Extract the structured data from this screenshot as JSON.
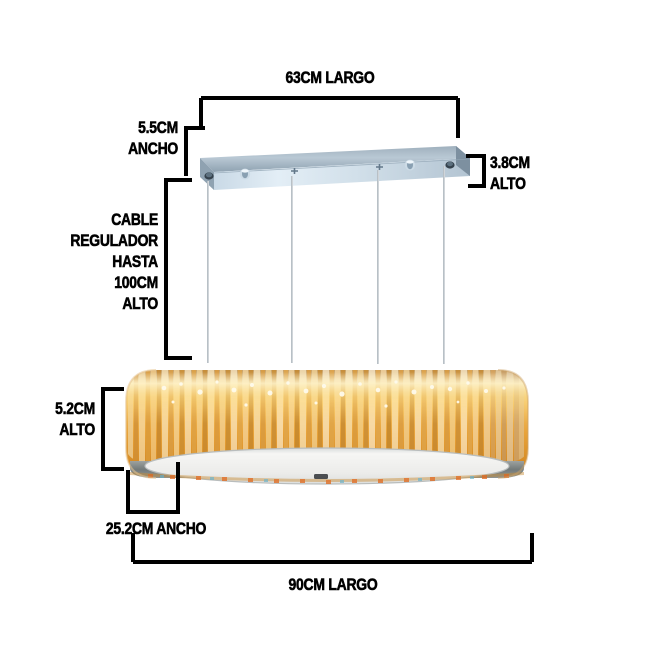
{
  "diagram": {
    "title": "Diagrama de dimensiones de lampara colgante de cristal",
    "units": "CM",
    "product_type": "lampara-colgante-oval-cristal-ambar",
    "background_color": "#ffffff",
    "label_color": "#000000",
    "bracket_color": "#000000",
    "accent_colors": {
      "crystal_amber": "#d9972f",
      "crystal_highlight": "#ffe9b0",
      "crystal_deep": "#b4670f",
      "chrome_light": "#e9f0f5",
      "chrome_mid": "#b8c6d2",
      "chrome_dark": "#7e8e9c",
      "diffuser_white": "#f2f2f0",
      "cable_grey": "#aab2b9"
    }
  },
  "measurements": [
    {
      "id": "largo-canopy",
      "label": "63CM LARGO",
      "value": 63,
      "unit": "CM",
      "dimension": "LARGO",
      "target": "canopy",
      "position": "top"
    },
    {
      "id": "ancho-canopy",
      "label": "5.5CM\nANCHO",
      "line1": "5.5CM",
      "line2": "ANCHO",
      "value": 5.5,
      "unit": "CM",
      "dimension": "ANCHO",
      "target": "canopy",
      "position": "top-left"
    },
    {
      "id": "alto-canopy",
      "label": "3.8CM\nALTO",
      "line1": "3.8CM",
      "line2": "ALTO",
      "value": 3.8,
      "unit": "CM",
      "dimension": "ALTO",
      "target": "canopy",
      "position": "right"
    },
    {
      "id": "cable-regulador",
      "label": "CABLE\nREGULADOR\nHASTA\n100CM\nALTO",
      "line1": "CABLE",
      "line2": "REGULADOR",
      "line3": "HASTA",
      "line4": "100CM",
      "line5": "ALTO",
      "value": 100,
      "unit": "CM",
      "dimension": "ALTO",
      "target": "cable",
      "position": "left"
    },
    {
      "id": "alto-fixture",
      "label": "5.2CM\nALTO",
      "line1": "5.2CM",
      "line2": "ALTO",
      "value": 5.2,
      "unit": "CM",
      "dimension": "ALTO",
      "target": "fixture",
      "position": "left"
    },
    {
      "id": "ancho-fixture",
      "label": "25.2CM ANCHO",
      "value": 25.2,
      "unit": "CM",
      "dimension": "ANCHO",
      "target": "fixture",
      "position": "bottom-left"
    },
    {
      "id": "largo-fixture",
      "label": "90CM LARGO",
      "value": 90,
      "unit": "CM",
      "dimension": "LARGO",
      "target": "fixture",
      "position": "bottom"
    }
  ],
  "product": {
    "canopy": {
      "name": "canopy-bar",
      "finish": "chrome",
      "screw_count": 4
    },
    "cables": {
      "name": "suspension-cables",
      "count": 4
    },
    "body": {
      "name": "crystal-body",
      "shape": "oval",
      "crystal_color": "ambar",
      "diffuser": "blanco"
    }
  }
}
